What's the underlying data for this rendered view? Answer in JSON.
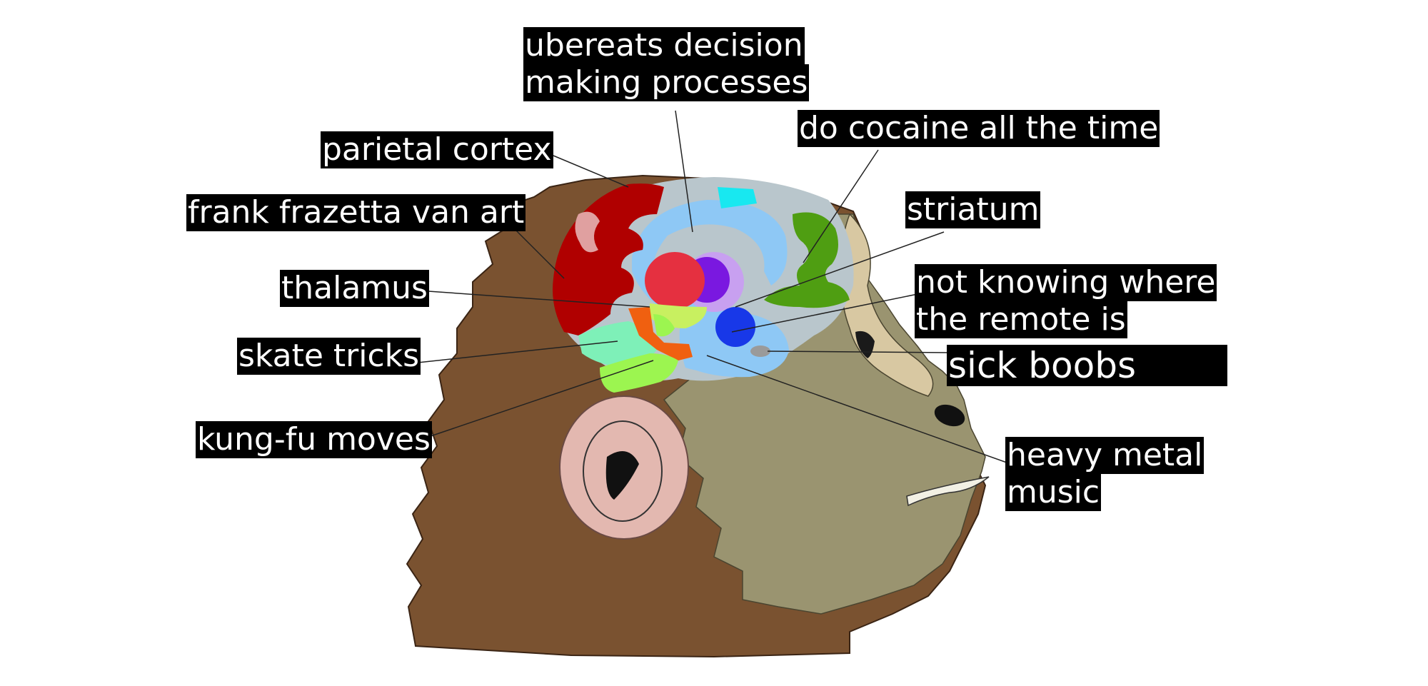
{
  "diagram": {
    "labels": {
      "ubereats": [
        "ubereats decision",
        "making processes"
      ],
      "parietal": "parietal cortex",
      "cocaine": "do cocaine all the time",
      "frank": "frank frazetta van art",
      "striatum": "striatum",
      "thalamus": "thalamus",
      "remote": [
        "not knowing where",
        "the remote is"
      ],
      "sick": "sick boobs",
      "skate": "skate tricks",
      "kungfu": "kung-fu moves",
      "metal": [
        "heavy metal",
        "music"
      ]
    },
    "colors": {
      "label_bg": "#000000",
      "label_text": "#ffffff",
      "fur": "#7a5230",
      "face": "#9a9470",
      "ear": "#e3b8b0",
      "brain_base": "#b9c6cc",
      "cortex_red": "#b00000",
      "green_region": "#4f9e12",
      "cyan_region": "#18e8f0",
      "red_ball": "#e53040",
      "purple_ball": "#7a18e0",
      "blue_ball": "#1838e8",
      "lightblue_region": "#8ec8f5",
      "mint_region": "#7ef0b8",
      "lime_region": "#9cf550",
      "orange_region": "#f06010"
    }
  }
}
